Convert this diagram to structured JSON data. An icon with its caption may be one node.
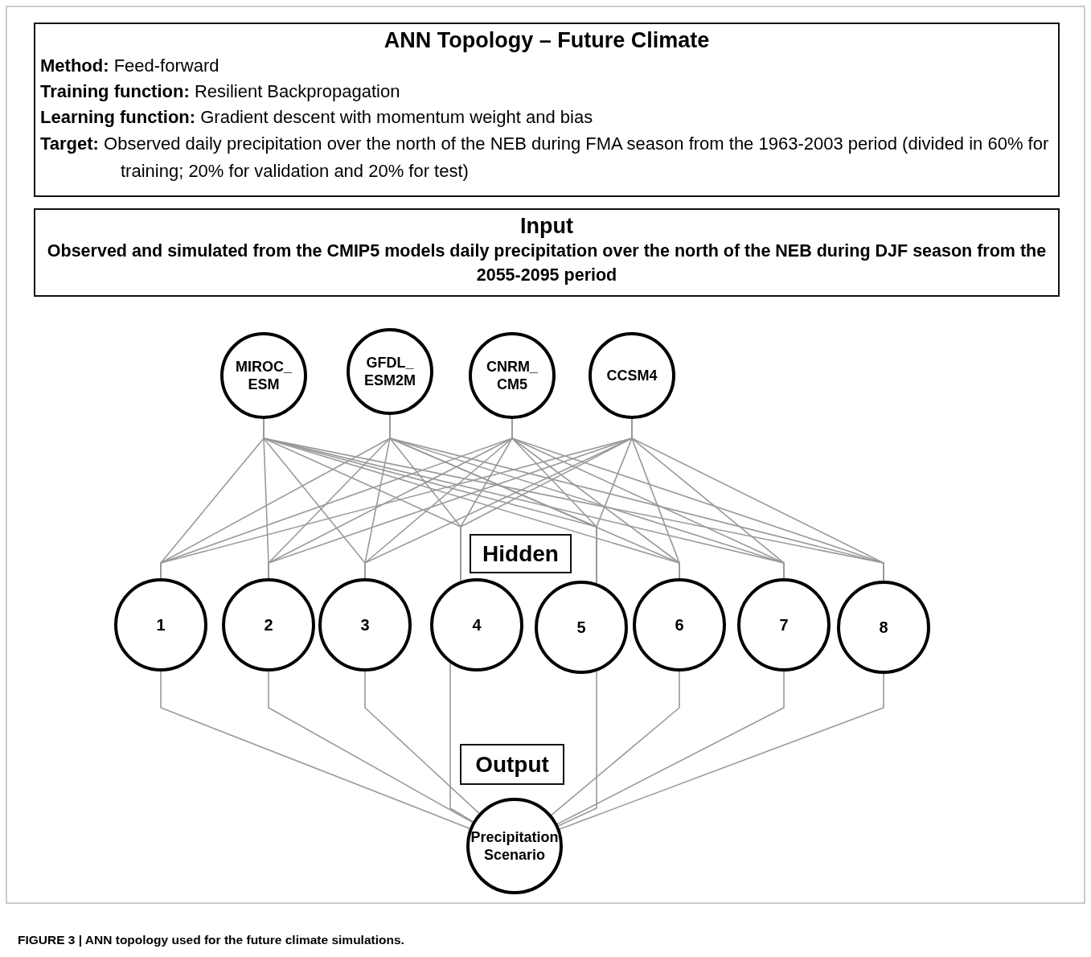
{
  "diagram": {
    "caption": "FIGURE 3 | ANN topology used for the future climate simulations.",
    "nodes": [
      {
        "text": [
          "ANN Topology – Future Climate",
          "**Method:** Feed-forward",
          "**Training function:** Resilient Backpropagation",
          "**Learning function:** Gradient descent with momentum weight and bias",
          "**Target:** Observed daily precipitation over the north of the NEB during FMA season from the 1963-2003 period (divided in 60% for training; 20% for validation and 20% for test)"
        ]
      },
      {
        "text": [
          "Input",
          "Observed and simulated from the CMIP5 models daily precipitation over the north of the NEB during DJF season from the 2055-2095 period"
        ]
      },
      {
        "text": [
          "MIROC_ ESM"
        ]
      },
      {
        "text": [
          "GFDL_ ESM2M"
        ]
      },
      {
        "text": [
          "CNRM_ CM5"
        ]
      },
      {
        "text": [
          "CCSM4"
        ]
      },
      {
        "text": [
          "Hidden"
        ]
      },
      {
        "text": [
          "1"
        ]
      },
      {
        "text": [
          "2"
        ]
      },
      {
        "text": [
          "3"
        ]
      },
      {
        "text": [
          "4"
        ]
      },
      {
        "text": [
          "5"
        ]
      },
      {
        "text": [
          "6"
        ]
      },
      {
        "text": [
          "7"
        ]
      },
      {
        "text": [
          "8"
        ]
      },
      {
        "text": [
          "Output"
        ]
      },
      {
        "text": [
          "Precipitation Scenario"
        ]
      }
    ],
    "edges": [
      {
        "from": 2,
        "to": 7,
        "arrow": "none"
      },
      {
        "from": 2,
        "to": 8,
        "arrow": "none"
      },
      {
        "from": 2,
        "to": 9,
        "arrow": "none"
      },
      {
        "from": 2,
        "to": 10,
        "arrow": "none"
      },
      {
        "from": 2,
        "to": 11,
        "arrow": "none"
      },
      {
        "from": 2,
        "to": 12,
        "arrow": "none"
      },
      {
        "from": 2,
        "to": 13,
        "arrow": "none"
      },
      {
        "from": 2,
        "to": 14,
        "arrow": "none"
      },
      {
        "from": 3,
        "to": 7,
        "arrow": "none"
      },
      {
        "from": 3,
        "to": 8,
        "arrow": "none"
      },
      {
        "from": 3,
        "to": 9,
        "arrow": "none"
      },
      {
        "from": 3,
        "to": 10,
        "arrow": "none"
      },
      {
        "from": 3,
        "to": 11,
        "arrow": "none"
      },
      {
        "from": 3,
        "to": 12,
        "arrow": "none"
      },
      {
        "from": 3,
        "to": 13,
        "arrow": "none"
      },
      {
        "from": 3,
        "to": 14,
        "arrow": "none"
      },
      {
        "from": 4,
        "to": 7,
        "arrow": "none"
      },
      {
        "from": 4,
        "to": 8,
        "arrow": "none"
      },
      {
        "from": 4,
        "to": 9,
        "arrow": "none"
      },
      {
        "from": 4,
        "to": 10,
        "arrow": "none"
      },
      {
        "from": 4,
        "to": 11,
        "arrow": "none"
      },
      {
        "from": 4,
        "to": 12,
        "arrow": "none"
      },
      {
        "from": 4,
        "to": 13,
        "arrow": "none"
      },
      {
        "from": 4,
        "to": 14,
        "arrow": "none"
      },
      {
        "from": 5,
        "to": 7,
        "arrow": "none"
      },
      {
        "from": 5,
        "to": 8,
        "arrow": "none"
      },
      {
        "from": 5,
        "to": 9,
        "arrow": "none"
      },
      {
        "from": 5,
        "to": 10,
        "arrow": "none"
      },
      {
        "from": 5,
        "to": 11,
        "arrow": "none"
      },
      {
        "from": 5,
        "to": 12,
        "arrow": "none"
      },
      {
        "from": 5,
        "to": 13,
        "arrow": "none"
      },
      {
        "from": 5,
        "to": 14,
        "arrow": "none"
      },
      {
        "from": 7,
        "to": 16,
        "arrow": "none"
      },
      {
        "from": 8,
        "to": 16,
        "arrow": "none"
      },
      {
        "from": 9,
        "to": 16,
        "arrow": "none"
      },
      {
        "from": 10,
        "to": 16,
        "arrow": "none"
      },
      {
        "from": 11,
        "to": 16,
        "arrow": "none"
      },
      {
        "from": 12,
        "to": 16,
        "arrow": "none"
      },
      {
        "from": 13,
        "to": 16,
        "arrow": "none"
      },
      {
        "from": 14,
        "to": 16,
        "arrow": "none"
      }
    ]
  }
}
